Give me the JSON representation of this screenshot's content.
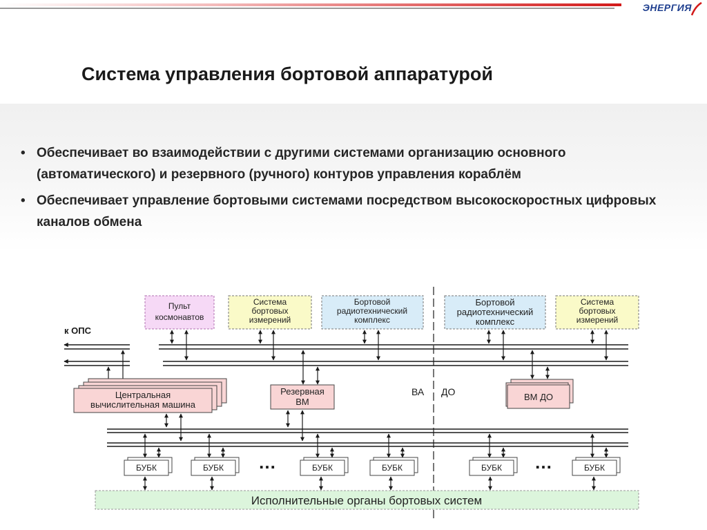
{
  "brand": {
    "logo_text": "ЭНЕРГИЯ"
  },
  "slide": {
    "title": "Система управления бортовой аппаратурой",
    "bullets": [
      {
        "marker": "•",
        "text": "Обеспечивает во взаимодействии с другими системами организацию основного (автоматического) и резервного (ручного) контуров управления кораблём"
      },
      {
        "marker": "•",
        "text": "Обеспечивает управление бортовыми системами посредством высокоскоростных цифровых каналов обмена"
      }
    ]
  },
  "diagram": {
    "ops_label": "к ОПС",
    "top_boxes": [
      {
        "key": "pult",
        "lines": [
          "Пульт",
          "космонавтов"
        ],
        "fill": "#f6d9f6"
      },
      {
        "key": "sbi-left",
        "lines": [
          "Система",
          "бортовых",
          "измерений"
        ],
        "fill": "#fafac8"
      },
      {
        "key": "brtk-left",
        "lines": [
          "Бортовой",
          "радиотехнический",
          "комплекс"
        ],
        "fill": "#d8ecf8"
      },
      {
        "key": "brtk-right",
        "lines": [
          "Бортовой",
          "радиотехнический",
          "комплекс"
        ],
        "fill": "#d8ecf8"
      },
      {
        "key": "sbi-right",
        "lines": [
          "Система",
          "бортовых",
          "измерений"
        ],
        "fill": "#fafac8"
      }
    ],
    "cvm_lines": [
      "Центральная",
      "вычислительная машина"
    ],
    "reserve_vm_lines": [
      "Резервная",
      "ВМ"
    ],
    "vm_do_label": "ВМ ДО",
    "va_label": "ВА",
    "do_label": "ДО",
    "bubk_label": "БУБК",
    "ellipsis": "…",
    "executive_label": "Исполнительные органы бортовых систем",
    "colors": {
      "pink_box": "#f6d9f6",
      "yellow_box": "#fafac8",
      "blue_box": "#d8ecf8",
      "vm_box": "#f9d5d5",
      "exec_box": "#dcf5dc",
      "bus": "#1a1a1a",
      "dash_border": "#b070b0"
    }
  }
}
